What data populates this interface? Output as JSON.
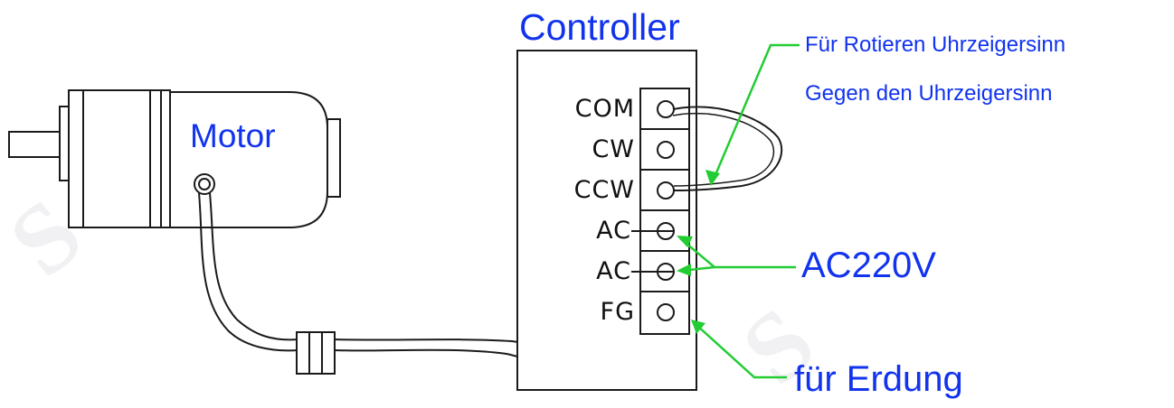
{
  "controller": {
    "title": "Controller",
    "terminals": [
      "COM",
      "CW",
      "CCW",
      "AC",
      "AC",
      "FG"
    ]
  },
  "motor": {
    "label": "Motor"
  },
  "annotations": {
    "rotate_cw": "Für Rotieren Uhrzeigersinn",
    "rotate_ccw": "Gegen den Uhrzeigersinn",
    "power": "AC220V",
    "ground": "für Erdung"
  },
  "colors": {
    "label_blue": "#1133ee",
    "pointer_green": "#22cc33",
    "line_dark": "#1a1a1a"
  }
}
